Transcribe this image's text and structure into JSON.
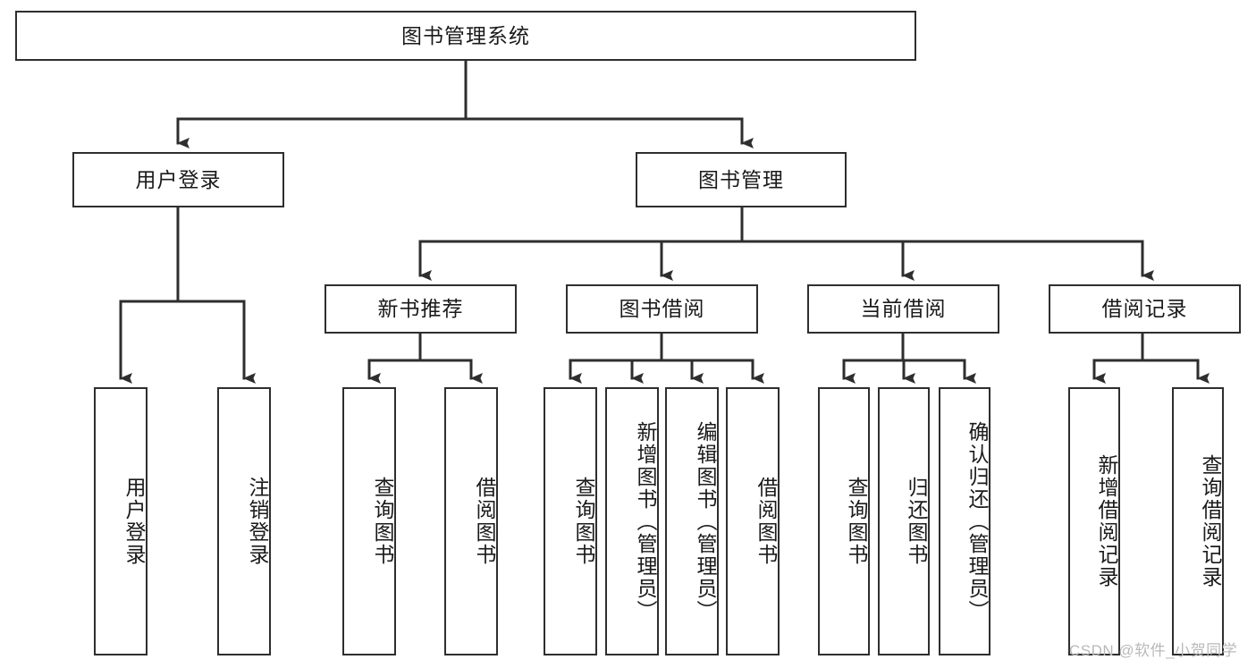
{
  "diagram": {
    "type": "tree",
    "title": "图书管理系统",
    "root": {
      "label": "图书管理系统"
    },
    "level1": [
      {
        "label": "用户登录"
      },
      {
        "label": "图书管理"
      }
    ],
    "level2": [
      {
        "label": "新书推荐"
      },
      {
        "label": "图书借阅"
      },
      {
        "label": "当前借阅"
      },
      {
        "label": "借阅记录"
      }
    ],
    "leaves": {
      "user_login": [
        {
          "label": "用户登录"
        },
        {
          "label": "注销登录"
        }
      ],
      "new_book": [
        {
          "label": "查询图书"
        },
        {
          "label": "借阅图书"
        }
      ],
      "borrow": [
        {
          "label": "查询图书"
        },
        {
          "label": "新增图书（管理员）"
        },
        {
          "label": "编辑图书（管理员）"
        },
        {
          "label": "借阅图书"
        }
      ],
      "current": [
        {
          "label": "查询图书"
        },
        {
          "label": "归还图书"
        },
        {
          "label": "确认归还（管理员）"
        }
      ],
      "records": [
        {
          "label": "新增借阅记录"
        },
        {
          "label": "查询借阅记录"
        }
      ]
    }
  },
  "watermark": {
    "text": "CSDN @软件_小贺同学"
  },
  "colors": {
    "stroke": "#2e2e2e",
    "box_fill": "#ffffff",
    "text": "#1a1a1a",
    "watermark": "#b9b9b9",
    "page_background": "#ffffff"
  }
}
